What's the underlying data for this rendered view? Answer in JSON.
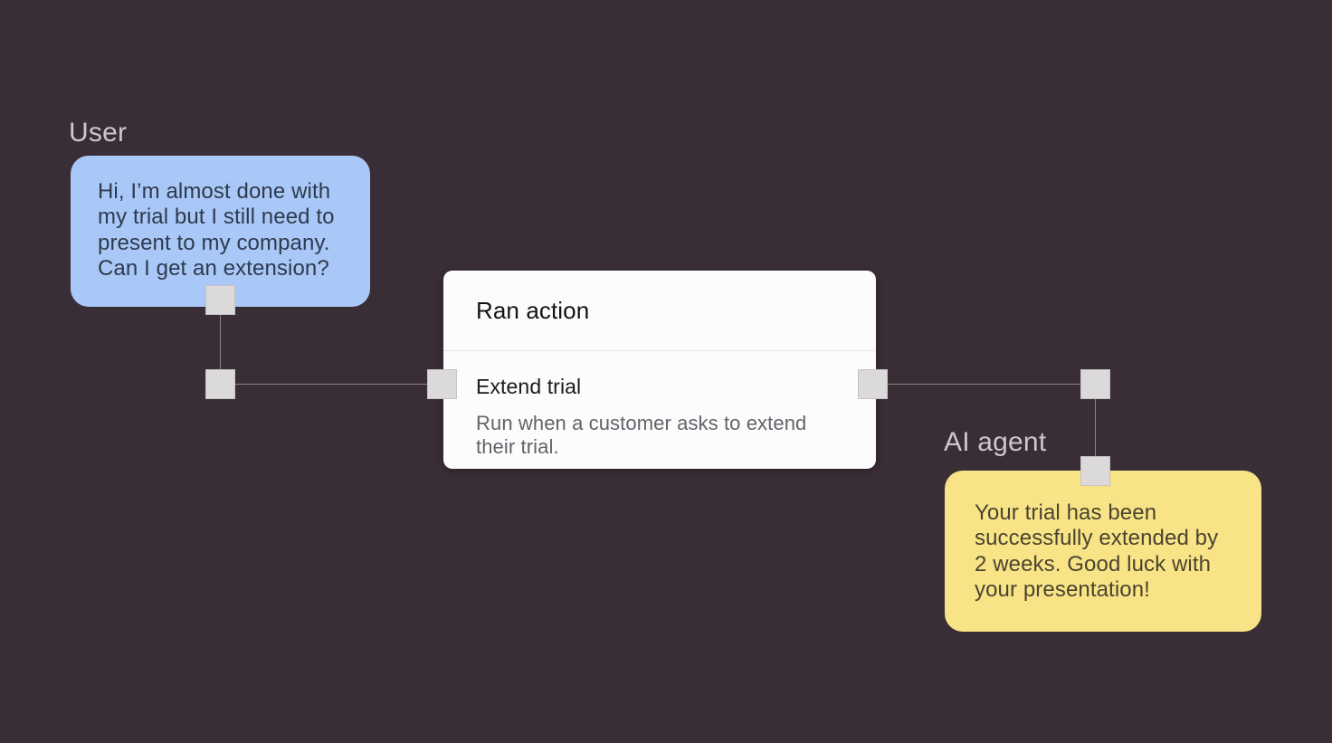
{
  "theme": {
    "background": "#3a2e36",
    "user_bubble_bg": "#a9c8f7",
    "user_bubble_text": "#2e3a4d",
    "agent_bubble_bg": "#f8e486",
    "agent_bubble_text": "#4a4430",
    "card_bg": "#fdfcfc",
    "node_fill": "#dcd9db",
    "edge_stroke": "#8e8189",
    "label_text": "#cfc6cd"
  },
  "user": {
    "label": "User",
    "message": "Hi, I’m almost done with my trial but I still need to present to my company. Can I get an extension?"
  },
  "agent": {
    "label": "AI agent",
    "message": "Your trial has been successfully extended by 2 weeks. Good luck with your presentation!"
  },
  "action_card": {
    "header_title": "Ran action",
    "action_name": "Extend trial",
    "action_description": "Run when a customer asks to extend their trial."
  },
  "connectors": {
    "nodes": [
      {
        "name": "user-bubble-anchor"
      },
      {
        "name": "user-rail-junction"
      },
      {
        "name": "card-input-port"
      },
      {
        "name": "card-output-port"
      },
      {
        "name": "agent-rail-junction"
      },
      {
        "name": "agent-bubble-anchor"
      }
    ],
    "edges": [
      {
        "name": "user-bubble-to-rail"
      },
      {
        "name": "user-rail-to-card"
      },
      {
        "name": "card-to-agent-rail"
      },
      {
        "name": "agent-rail-to-bubble"
      }
    ]
  }
}
